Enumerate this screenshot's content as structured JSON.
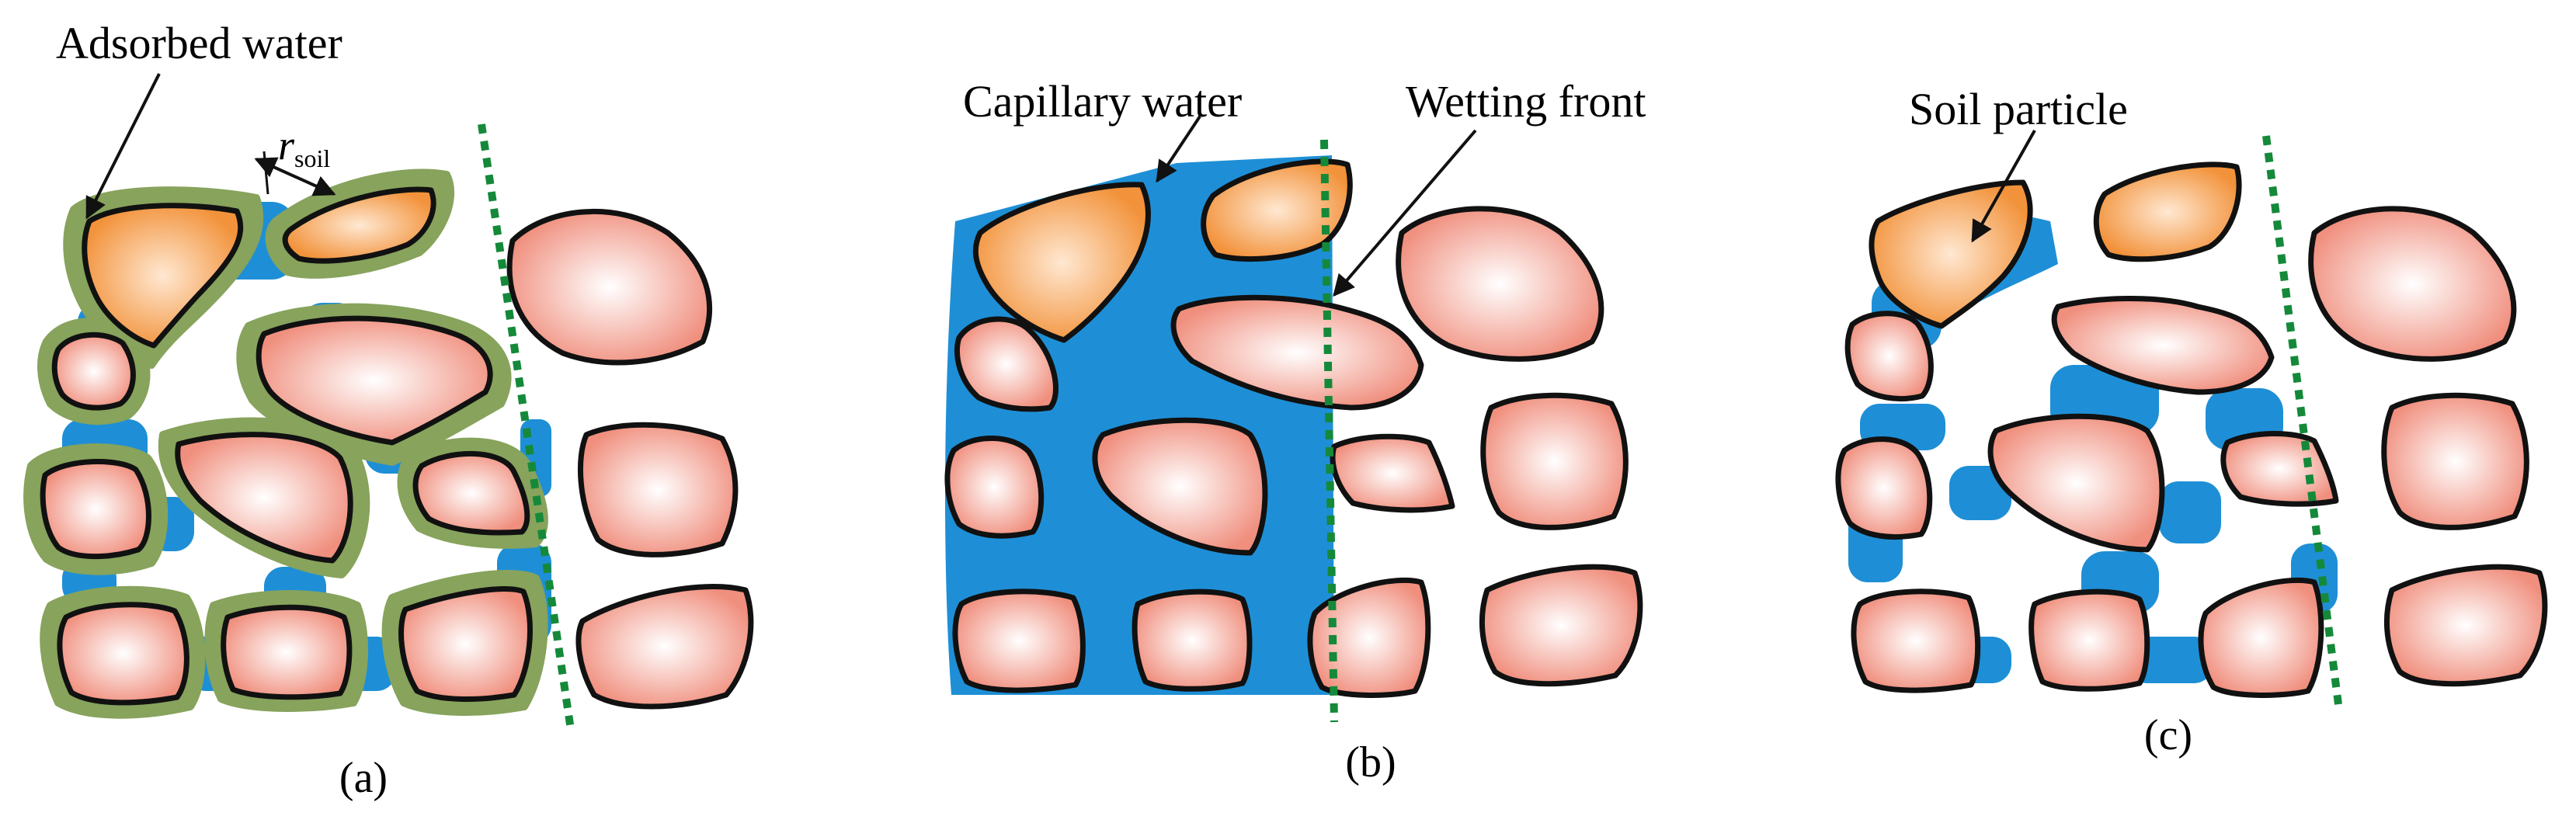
{
  "colors": {
    "particle_core": "#FFFFFF",
    "particle_rim": "#F08F7E",
    "particle_wet_core": "#FFE8D2",
    "particle_wet_rim": "#F2923A",
    "adsorbed_film": "#87A35C",
    "water": "#1E8FD6",
    "wetting_front": "#15893A",
    "outline": "#111111"
  },
  "panels": {
    "a": {
      "label": "(a)",
      "callout": "Adsorbed water",
      "dimension_symbol": "r",
      "dimension_subscript": "soil"
    },
    "b": {
      "label": "(b)",
      "callout_capillary": "Capillary water",
      "callout_front": "Wetting front"
    },
    "c": {
      "label": "(c)",
      "callout": "Soil particle"
    }
  }
}
